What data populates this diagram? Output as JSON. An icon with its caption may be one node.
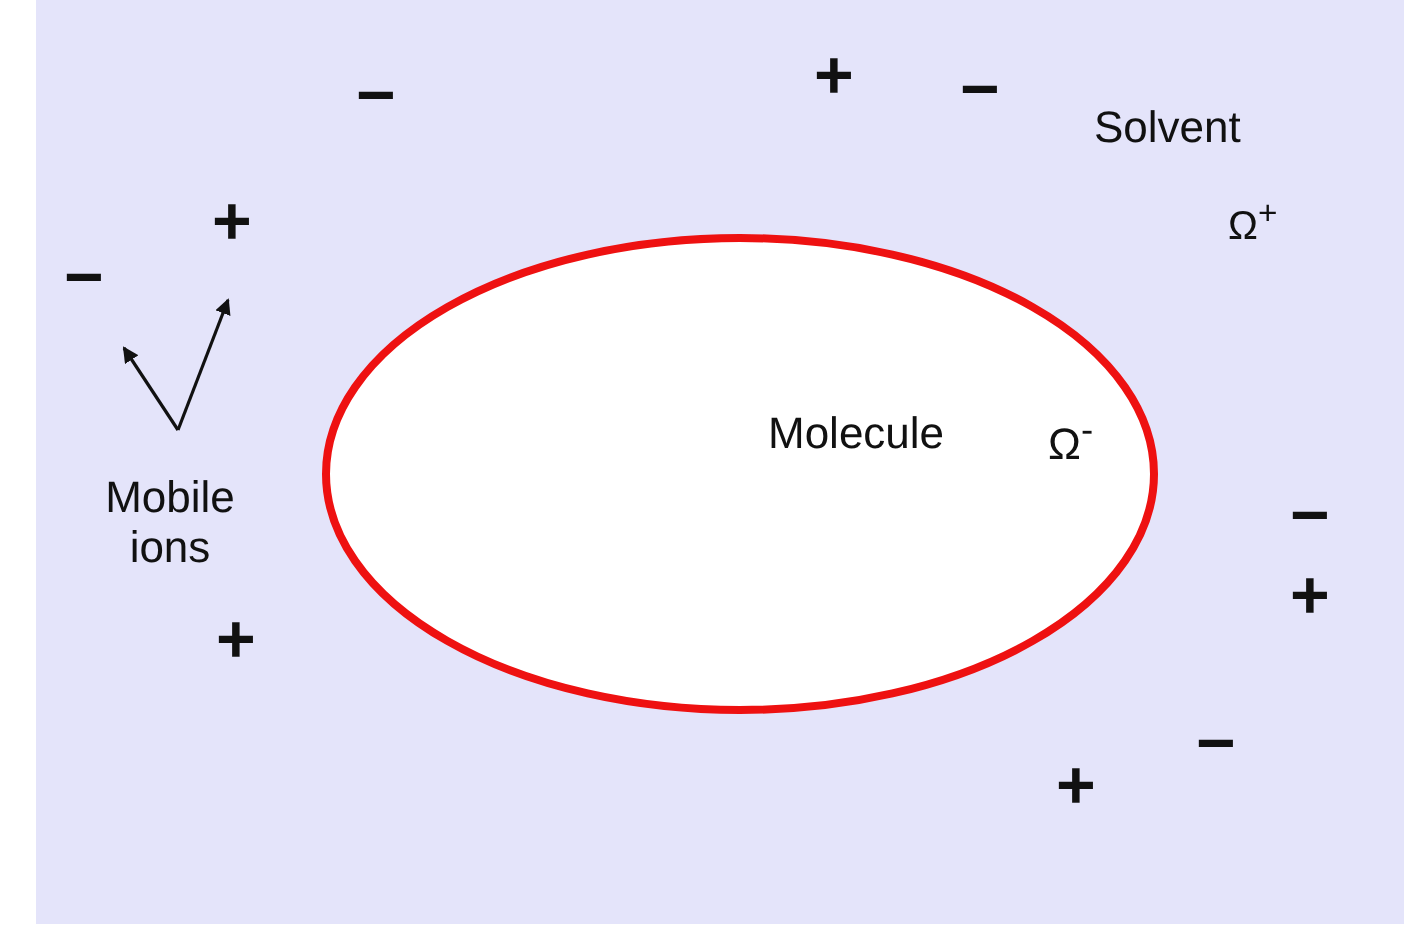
{
  "diagram": {
    "nodes": [
      {
        "text": [
          "Solvent",
          "Ω$^{+}$"
        ]
      },
      {
        "text": [
          "Molecule",
          "Ω$^{-}$"
        ],
        "in": 0
      },
      {
        "text": [
          "Mobile ions"
        ],
        "in": 0
      },
      {
        "text": [
          "+"
        ],
        "in": 0
      },
      {
        "text": [
          "−"
        ],
        "in": 0
      }
    ],
    "edges": [
      {
        "from": 2,
        "to": 3,
        "arrow": "to"
      },
      {
        "from": 2,
        "to": 4,
        "arrow": "to"
      }
    ],
    "labels": [
      "−",
      "+",
      "−",
      "−",
      "+",
      "+",
      "−",
      "+"
    ]
  }
}
